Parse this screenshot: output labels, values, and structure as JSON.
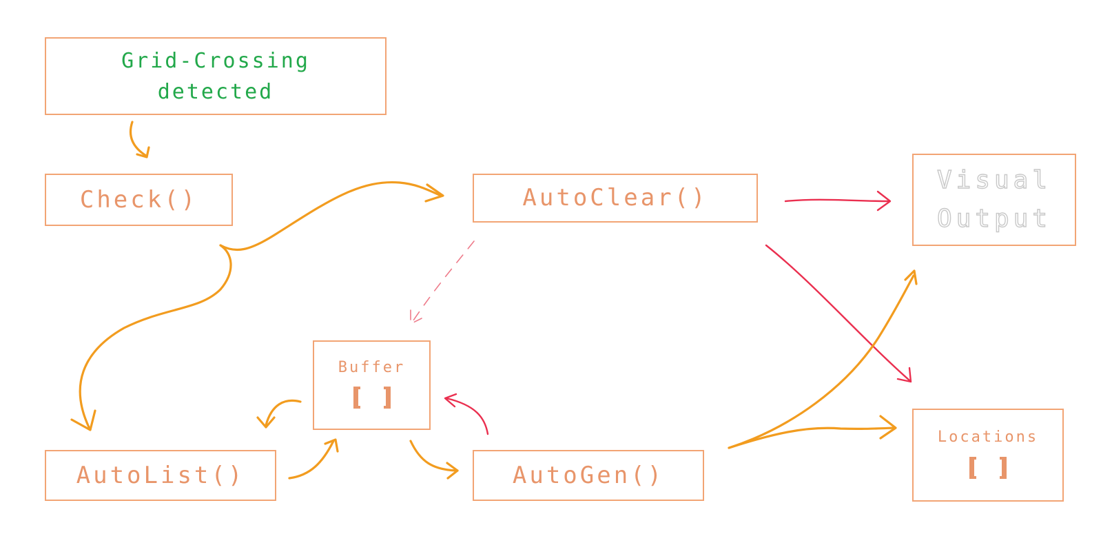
{
  "nodes": {
    "grid_crossing": {
      "line1": "Grid-Crossing",
      "line2": "detected"
    },
    "check": {
      "label": "Check()"
    },
    "autoclear": {
      "label": "AutoClear()"
    },
    "visual_output": {
      "line1": "Visual",
      "line2": "Output"
    },
    "buffer": {
      "label": "Buffer"
    },
    "autolist": {
      "label": "AutoList()"
    },
    "autogen": {
      "label": "AutoGen()"
    },
    "locations": {
      "label": "Locations"
    }
  },
  "colors": {
    "box_border": "#f2a474",
    "node_text": "#e8956a",
    "title_text": "#22a84a",
    "ghost_text_outline": "#c8c8c8",
    "arrow_orange": "#f29c1f",
    "arrow_red": "#ea2f4f"
  },
  "icons": {
    "array_bracket": "bracket-pair-icon"
  }
}
